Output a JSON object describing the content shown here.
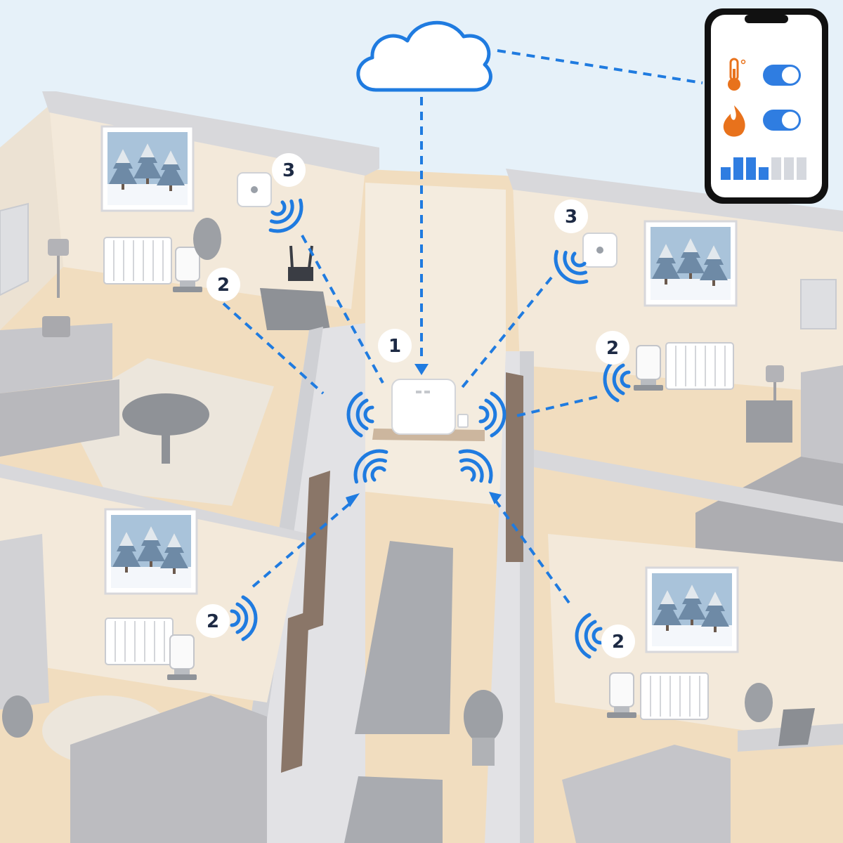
{
  "colors": {
    "sky": "#e6f1f9",
    "floor": "#f1ddbf",
    "wall": "#f3e9da",
    "wall_edge": "#d8d8db",
    "furniture": "#bfbfc3",
    "signal": "#1f7be0",
    "badge_text": "#1d2a44",
    "phone_frame": "#111111",
    "thermo_icon": "#e8721c",
    "toggle": "#2f7de1",
    "bar_active": "#2f7de1",
    "bar_inactive": "#d5d8de"
  },
  "icons": {
    "cloud": "cloud-icon",
    "hub": "gateway-hub-icon",
    "smartphone": "smartphone-icon",
    "temperature": "thermometer-icon",
    "heating": "flame-icon",
    "toggle": "toggle-switch-icon",
    "wireless": "wireless-signal-icon",
    "radiator_valve": "thermostatic-radiator-valve-icon",
    "room_sensor": "temperature-sensor-icon"
  },
  "badges": [
    {
      "id": "hub",
      "label": "1"
    },
    {
      "id": "valve-living-room",
      "label": "2"
    },
    {
      "id": "sensor-living-room",
      "label": "3"
    },
    {
      "id": "sensor-bedroom",
      "label": "3"
    },
    {
      "id": "valve-bedroom",
      "label": "2"
    },
    {
      "id": "valve-bottom-left",
      "label": "2"
    },
    {
      "id": "valve-bottom-right",
      "label": "2"
    }
  ],
  "phone": {
    "toggles": [
      {
        "icon": "thermometer-icon",
        "state": "on"
      },
      {
        "icon": "flame-icon",
        "state": "on"
      }
    ],
    "bars": [
      {
        "level": 0.45,
        "active": true
      },
      {
        "level": 0.8,
        "active": true
      },
      {
        "level": 0.8,
        "active": true
      },
      {
        "level": 0.45,
        "active": true
      },
      {
        "level": 0.8,
        "active": false
      },
      {
        "level": 0.8,
        "active": false
      },
      {
        "level": 0.8,
        "active": false
      }
    ]
  }
}
